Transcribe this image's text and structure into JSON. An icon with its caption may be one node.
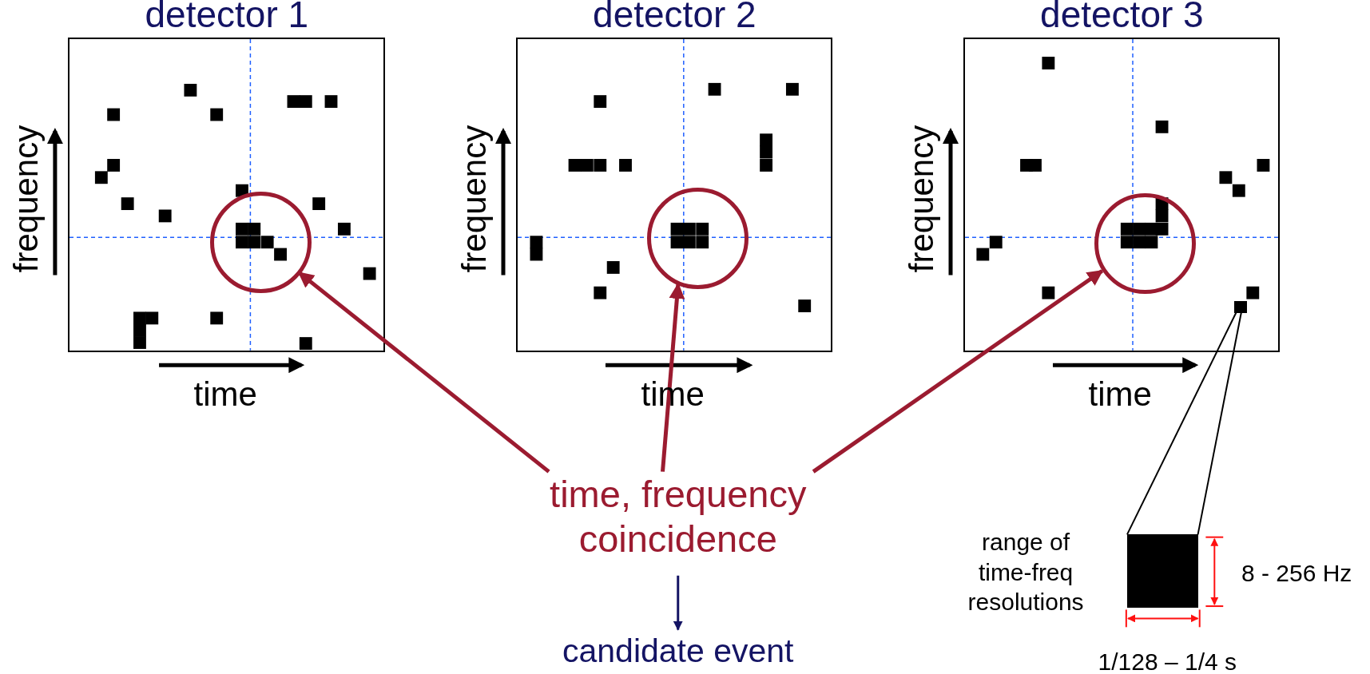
{
  "diagram": {
    "nodes": [
      {
        "text": [
          "detector 1"
        ],
        "beside": [
          "frequency",
          "time"
        ]
      },
      {
        "text": [],
        "shape": "circle",
        "in": 0
      },
      {
        "text": [
          "detector 2"
        ],
        "beside": [
          "frequency",
          "time"
        ]
      },
      {
        "text": [],
        "shape": "circle",
        "in": 2
      },
      {
        "text": [
          "detector 3"
        ],
        "beside": [
          "frequency",
          "time"
        ]
      },
      {
        "text": [],
        "shape": "circle",
        "in": 4
      },
      {
        "text": [],
        "shape": "box",
        "in": 4
      },
      {
        "text": [
          "time, frequency coincidence"
        ]
      },
      {
        "text": [
          "candidate event"
        ]
      },
      {
        "text": [],
        "shape": "box",
        "beside": [
          "range of time-freq resolutions"
        ]
      }
    ],
    "edges": [
      {
        "from": 7,
        "to": 1,
        "arrow": "to"
      },
      {
        "from": 7,
        "to": 3,
        "arrow": "to"
      },
      {
        "from": 7,
        "to": 5,
        "arrow": "to"
      },
      {
        "from": 7,
        "to": 8,
        "arrow": "to",
        "color": "#141464"
      },
      {
        "from": 6,
        "to": 9,
        "arrow": "none",
        "color": "#000000"
      },
      {
        "from": 6,
        "to": 9,
        "arrow": "none",
        "color": "#000000"
      }
    ],
    "labels": [
      "8 - 256 Hz",
      "1/128 – 1/4 s"
    ]
  }
}
